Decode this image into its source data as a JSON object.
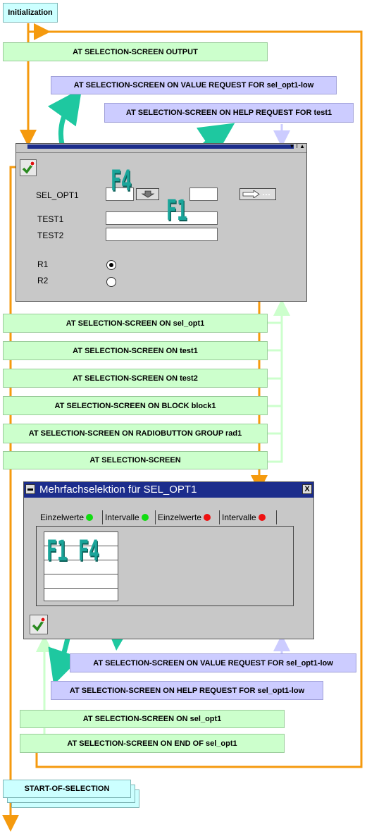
{
  "events": {
    "initialization": "Initialization",
    "output": "AT SELECTION-SCREEN OUTPUT",
    "value_request_1": "AT SELECTION-SCREEN ON VALUE REQUEST FOR sel_opt1-low",
    "help_request_1": "AT SELECTION-SCREEN ON HELP REQUEST FOR test1",
    "on_sel_opt1": "AT SELECTION-SCREEN ON sel_opt1",
    "on_test1": "AT SELECTION-SCREEN ON test1",
    "on_test2": "AT SELECTION-SCREEN ON test2",
    "on_block": "AT SELECTION-SCREEN ON BLOCK block1",
    "on_radio": "AT SELECTION-SCREEN ON RADIOBUTTON GROUP rad1",
    "at_selscreen": "AT SELECTION-SCREEN",
    "value_request_2": "AT SELECTION-SCREEN ON VALUE REQUEST FOR sel_opt1-low",
    "help_request_2": "AT SELECTION-SCREEN ON HELP REQUEST FOR sel_opt1-low",
    "on_sel_opt1_2": "AT SELECTION-SCREEN ON sel_opt1",
    "on_end": "AT SELECTION-SCREEN ON END OF sel_opt1",
    "start": "START-OF-SELECTION"
  },
  "selection_screen": {
    "sel_opt1_label": "SEL_OPT1",
    "test1_label": "TEST1",
    "test2_label": "TEST2",
    "r1_label": "R1",
    "r2_label": "R2",
    "r1_selected": true,
    "r2_selected": false
  },
  "multi_dialog": {
    "title": "Mehrfachselektion für SEL_OPT1",
    "close_label": "X",
    "tabs": [
      {
        "label": "Einzelwerte",
        "status": "green"
      },
      {
        "label": "Intervalle",
        "status": "green"
      },
      {
        "label": "Einzelwerte",
        "status": "red"
      },
      {
        "label": "Intervalle",
        "status": "red"
      }
    ]
  },
  "keys": {
    "f4_top": "F4",
    "f1_top": "F1",
    "f1_bottom": "F1",
    "f4_bottom": "F4"
  },
  "colors": {
    "flow_orange": "#f59a0e",
    "flow_green": "#ccffcc",
    "flow_blue": "#ccccff",
    "arrow_teal": "#1ec8a0"
  },
  "icons": [
    "execute-check-icon",
    "arrow-down-button-icon",
    "multiple-selection-arrow-icon",
    "minimize-icon",
    "close-icon"
  ]
}
